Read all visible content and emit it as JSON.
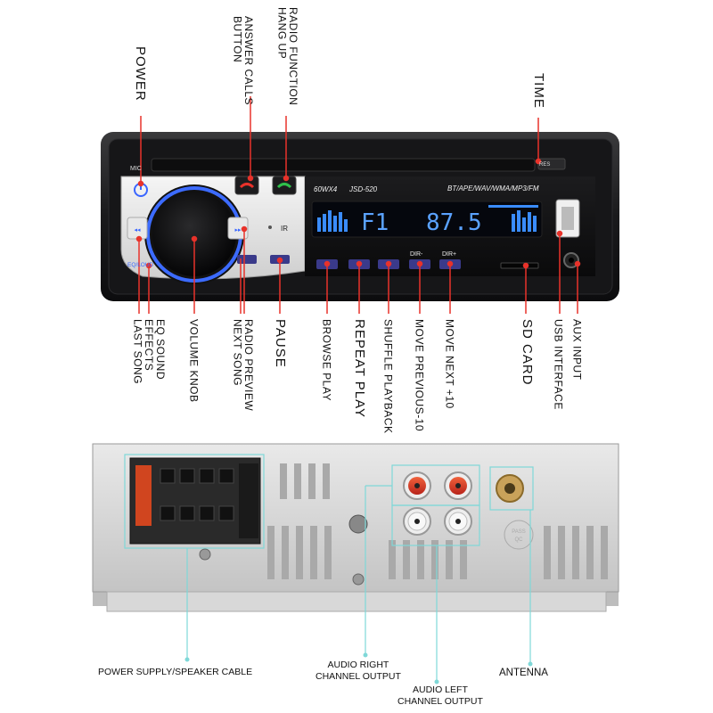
{
  "front_labels": {
    "power": "POWER",
    "answer_calls": [
      "ANSWER CALLS",
      "BUTTON"
    ],
    "radio_function": [
      "RADIO FUNCTION",
      "HANG UP"
    ],
    "time": "TIME",
    "eq_sound": [
      "EQ SOUND",
      "EFFECTS",
      "LAST SONG"
    ],
    "volume_knob": "VOLUME KNOB",
    "radio_preview": [
      "RADIO PREVIEW",
      "NEXT SONG"
    ],
    "pause": "PAUSE",
    "browse_play": "BROWSE PLAY",
    "repeat_play": "REPEAT PLAY",
    "shuffle_playback": "SHUFFLE PLAYBACK",
    "move_previous": "MOVE PREVIOUS-10",
    "move_next": "MOVE NEXT +10",
    "sd_card": "SD CARD",
    "usb_interface": "USB INTERFACE",
    "aux_input": "AUX INPUT"
  },
  "device": {
    "mic": "MIC",
    "res": "RES",
    "model_power": "60WX4",
    "model": "JSD-520",
    "formats": "BT/APE/WAV/WMA/MP3/FM",
    "display_band": "F1",
    "display_freq": "87.5",
    "dir_minus": "DIR-",
    "dir_plus": "DIR+",
    "eq_loud": "EQ/LOUD",
    "ir": "IR",
    "pass_qc": [
      "PASS",
      "QC"
    ]
  },
  "rear_labels": {
    "power_supply": "POWER SUPPLY/SPEAKER CABLE",
    "audio_right": [
      "AUDIO RIGHT",
      "CHANNEL OUTPUT"
    ],
    "audio_left": [
      "AUDIO LEFT",
      "CHANNEL OUTPUT"
    ],
    "antenna": "ANTENNA"
  },
  "colors": {
    "accent_red": "#e8322a",
    "callout_cyan": "#7fd8d8",
    "display_blue": "#3a8cff",
    "knob_ring": "#3c6bff"
  }
}
